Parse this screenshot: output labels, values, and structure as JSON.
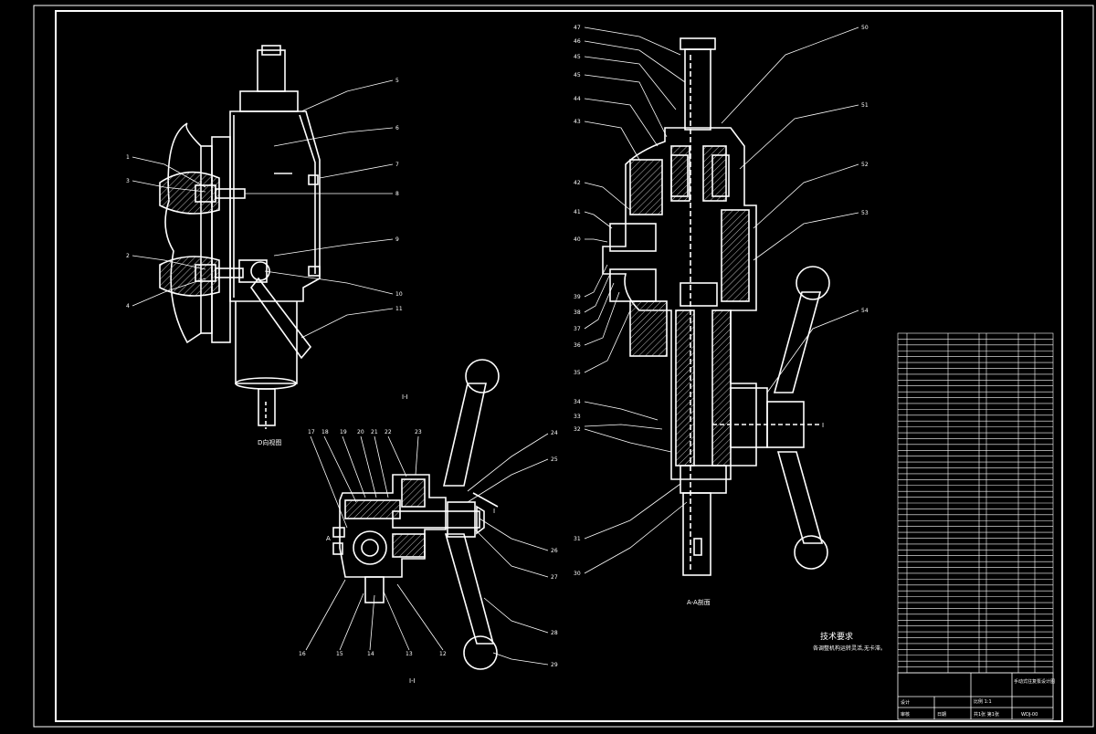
{
  "colors": {
    "background": "#000000",
    "line": "#ffffff",
    "hatch": "#bbbbbb",
    "accent": "#ffd000"
  },
  "view_labels": {
    "left_view": "D向视图",
    "bottom_view": "I-I",
    "bottom_marker": "I-I",
    "right_view": "A-A剖面"
  },
  "section_markers": {
    "a_left": "A",
    "a_bottom": "A",
    "i_right": "I",
    "i_arrow": "I"
  },
  "left_callouts": [
    "5",
    "6",
    "7",
    "8",
    "9",
    "10",
    "11",
    "1",
    "3",
    "2",
    "4"
  ],
  "right_callouts_left": [
    "47",
    "46",
    "45",
    "45",
    "44",
    "43",
    "42",
    "41",
    "40",
    "39",
    "38",
    "37",
    "36",
    "35",
    "34",
    "33",
    "32",
    "31",
    "30"
  ],
  "right_callouts_right": [
    "50",
    "51",
    "52",
    "53",
    "54"
  ],
  "bottom_callouts_top": [
    "17",
    "18",
    "19",
    "20",
    "21",
    "22",
    "23"
  ],
  "bottom_callouts_right": [
    "24",
    "25",
    "26",
    "27",
    "28",
    "29"
  ],
  "bottom_callouts_bottom": [
    "16",
    "15",
    "14",
    "13",
    "12"
  ],
  "tech_req": {
    "title": "技术要求",
    "line1": "各调整机构运转灵活,无卡滞。"
  },
  "title_block": {
    "drawing_name": "手动式往复泵设计图",
    "scale_label": "比例 1:1",
    "drawing_no": "WDJ-00",
    "sheet": "共1张 第1张",
    "designer": "设计",
    "checker": "审核",
    "date": "日期"
  },
  "bom_rows": 58
}
